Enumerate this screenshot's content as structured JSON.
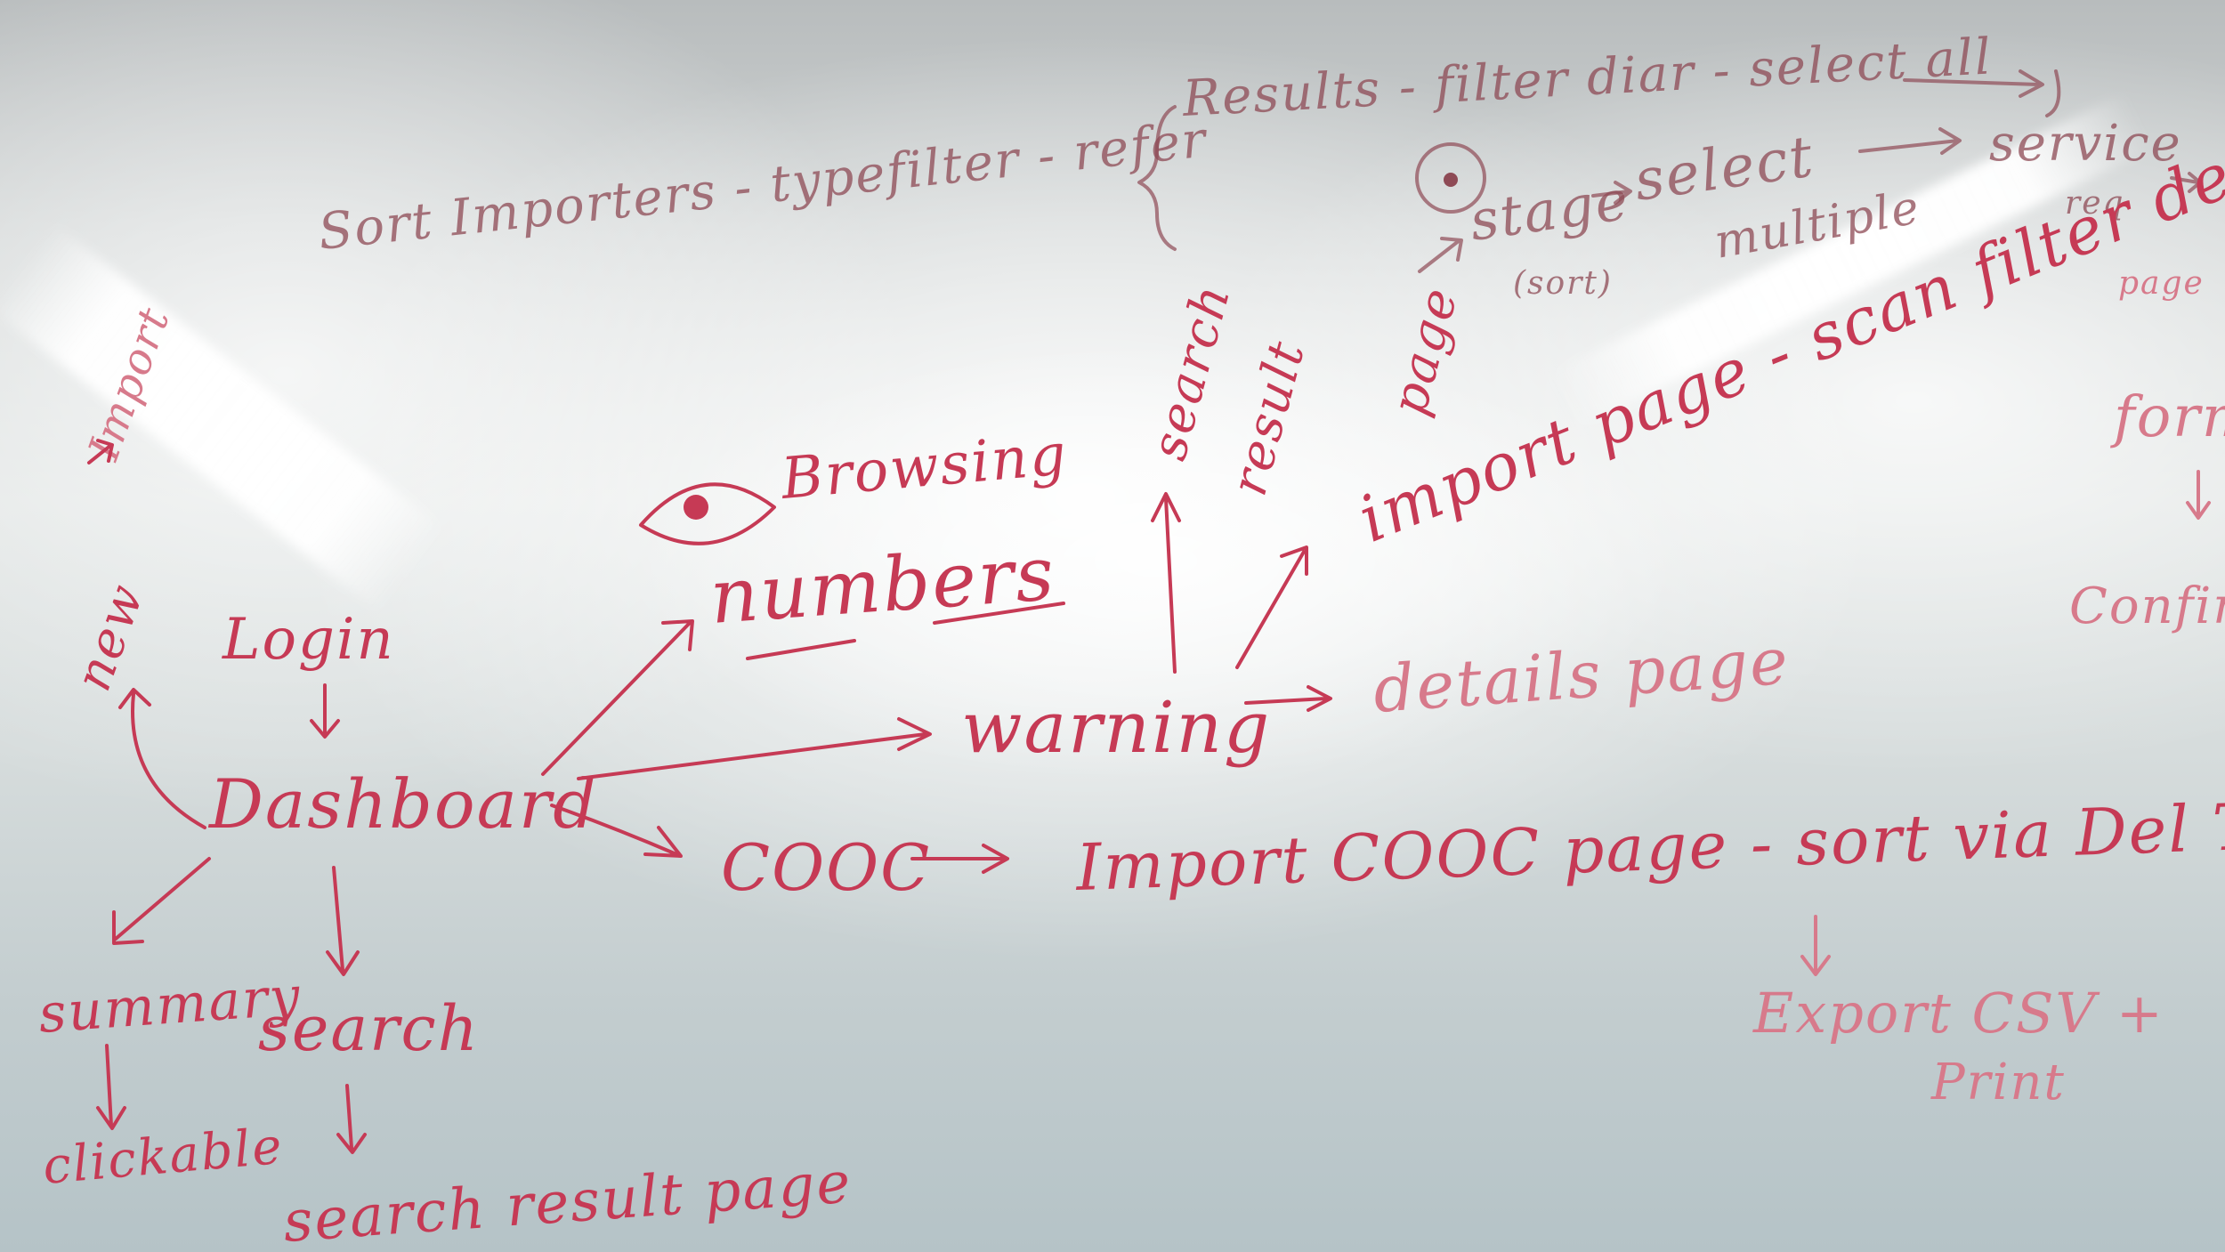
{
  "ink_color": "#c63a55",
  "faint_ink_color": "#8e4a55",
  "board_color": "#dfe3e2",
  "notes": {
    "sort_importers": "Sort Importers - typefilter - refer",
    "results_filter": "Results - filter diar - select all",
    "stage": "stage",
    "sort_small": "(sort)",
    "select": "select",
    "multiple": "multiple",
    "service": "service",
    "service_sub": "req",
    "page": "page",
    "form": "form",
    "confirm": "Confirm",
    "import_vert": "Import",
    "new": "new",
    "login": "Login",
    "browsing": "Browsing",
    "numbers": "numbers",
    "search_vert": "search",
    "result_vert": "result",
    "page_vert": "page",
    "import_page": "import page - scan filter detail page",
    "warning": "warning",
    "details_page": "details page",
    "dashboard": "Dashboard",
    "cooc": "COOC",
    "import_cooc": "Import COOC page - sort via Del Type",
    "export": "Export CSV +",
    "print": "Print",
    "summary": "summary",
    "clickable": "clickable",
    "search": "search",
    "search_result_page": "search result page"
  }
}
